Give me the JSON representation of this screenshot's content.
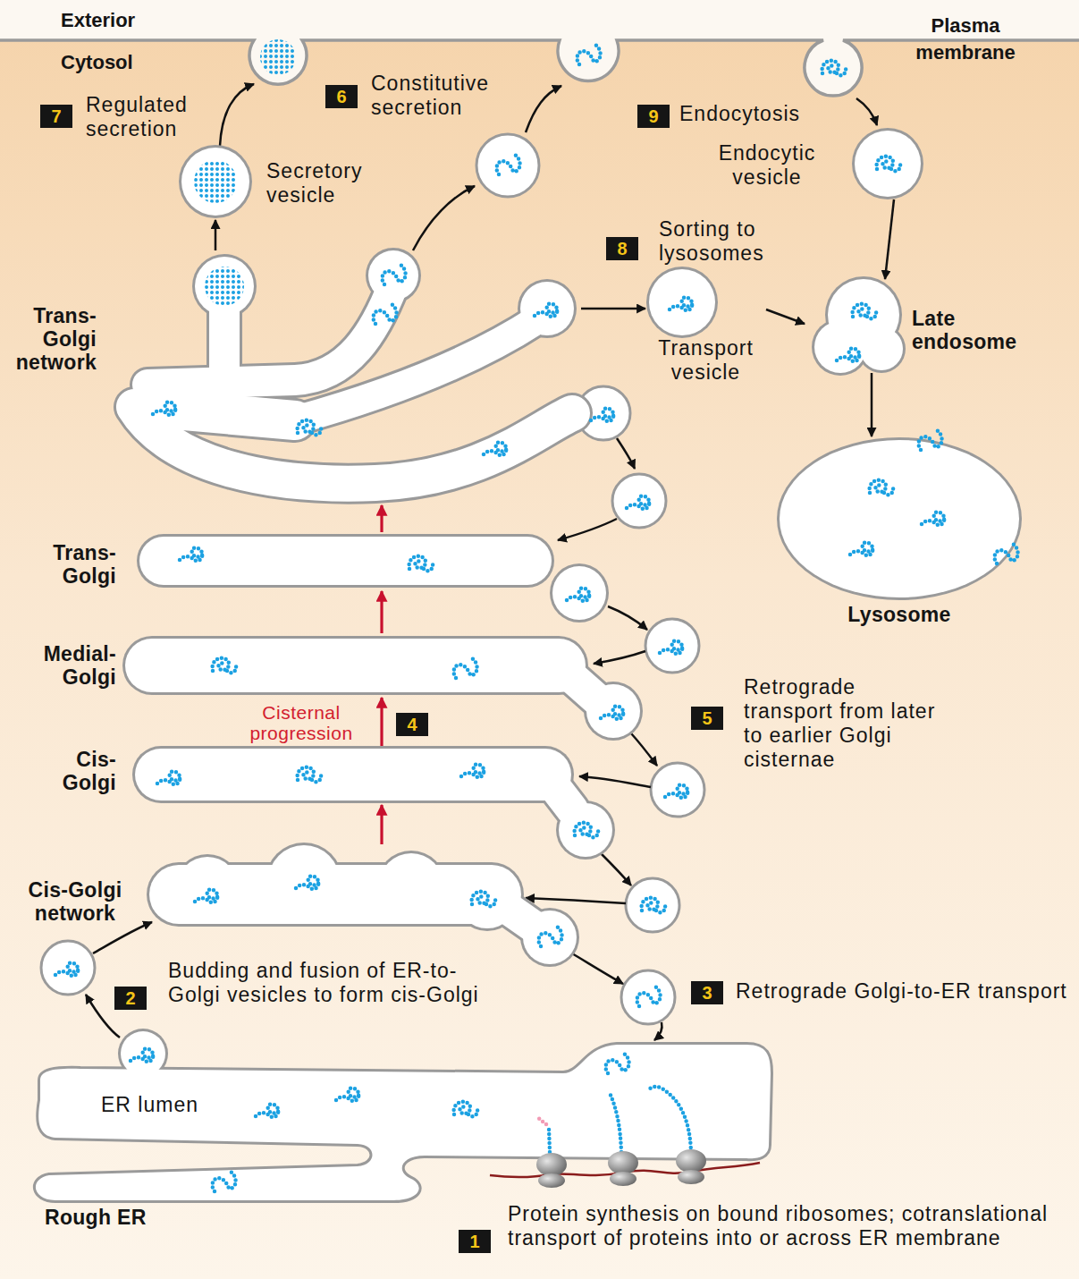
{
  "diagram": {
    "nodes": [
      {
        "text": [
          "Secretory vesicle"
        ]
      },
      {
        "text": [
          "Endocytic vesicle"
        ]
      },
      {
        "text": [
          "Transport vesicle"
        ]
      },
      {
        "text": [
          "Late endosome"
        ]
      },
      {
        "text": [
          "Trans-Golgi network"
        ]
      },
      {
        "text": [
          "Lysosome"
        ]
      },
      {
        "text": [
          "Trans-Golgi"
        ]
      },
      {
        "text": [
          "Medial-Golgi"
        ]
      },
      {
        "text": [
          "Cis-Golgi"
        ]
      },
      {
        "text": [
          "Cis-Golgi network"
        ]
      },
      {
        "text": [
          "ER lumen",
          "Rough ER"
        ]
      }
    ],
    "edges": [
      {
        "from": 9,
        "to": 8,
        "arrow": "to"
      },
      {
        "from": 8,
        "to": 7,
        "arrow": "to"
      },
      {
        "from": 7,
        "to": 6,
        "arrow": "to"
      },
      {
        "from": 6,
        "to": 4,
        "arrow": "to"
      },
      {
        "from": 4,
        "to": 0,
        "arrow": "to"
      },
      {
        "from": 4,
        "to": 2,
        "arrow": "to"
      },
      {
        "from": 2,
        "to": 3,
        "arrow": "to"
      },
      {
        "from": 1,
        "to": 3,
        "arrow": "to"
      },
      {
        "from": 3,
        "to": 5,
        "arrow": "to"
      }
    ],
    "labels": [
      "Exterior",
      "Cytosol",
      "Plasma membrane",
      "7",
      "Regulated secretion",
      "6",
      "Constitutive secretion",
      "9",
      "Endocytosis",
      "8",
      "Sorting to lysosomes",
      "4",
      "Cisternal progression",
      "5",
      "Retrograde transport from later to earlier Golgi cisternae",
      "2",
      "Budding and fusion of ER-to-Golgi vesicles to form cis-Golgi",
      "3",
      "Retrograde Golgi-to-ER transport",
      "1",
      "Protein synthesis on bound ribosomes; cotranslational transport of proteins into or across ER membrane"
    ]
  }
}
